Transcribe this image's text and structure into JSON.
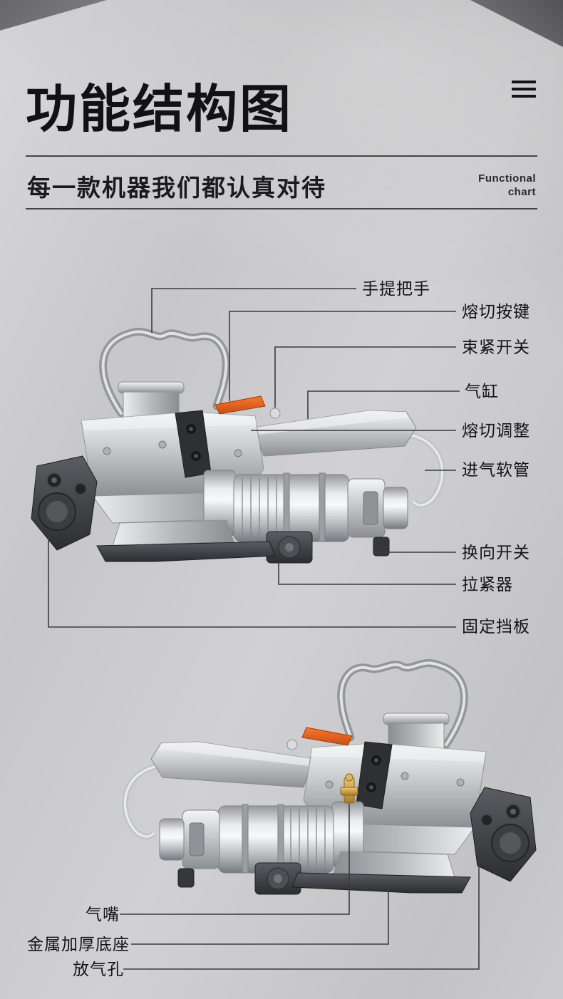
{
  "header": {
    "title": "功能结构图",
    "subtitle": "每一款机器我们都认真对待",
    "subtitle_en": [
      "Functional",
      "chart"
    ]
  },
  "diagram_top": {
    "callouts": [
      {
        "label": "手提把手"
      },
      {
        "label": "熔切按键"
      },
      {
        "label": "束紧开关"
      },
      {
        "label": "气缸"
      },
      {
        "label": "熔切调整"
      },
      {
        "label": "进气软管"
      },
      {
        "label": "换向开关"
      },
      {
        "label": "拉紧器"
      },
      {
        "label": "固定挡板"
      }
    ]
  },
  "diagram_bottom": {
    "callouts": [
      {
        "label": "气嘴"
      },
      {
        "label": "金属加厚底座"
      },
      {
        "label": "放气孔"
      }
    ]
  },
  "colors": {
    "background": "#c9c9cb",
    "text": "#161618",
    "accent_orange": "#e8601c",
    "callout_line": "#3c3c3e"
  }
}
